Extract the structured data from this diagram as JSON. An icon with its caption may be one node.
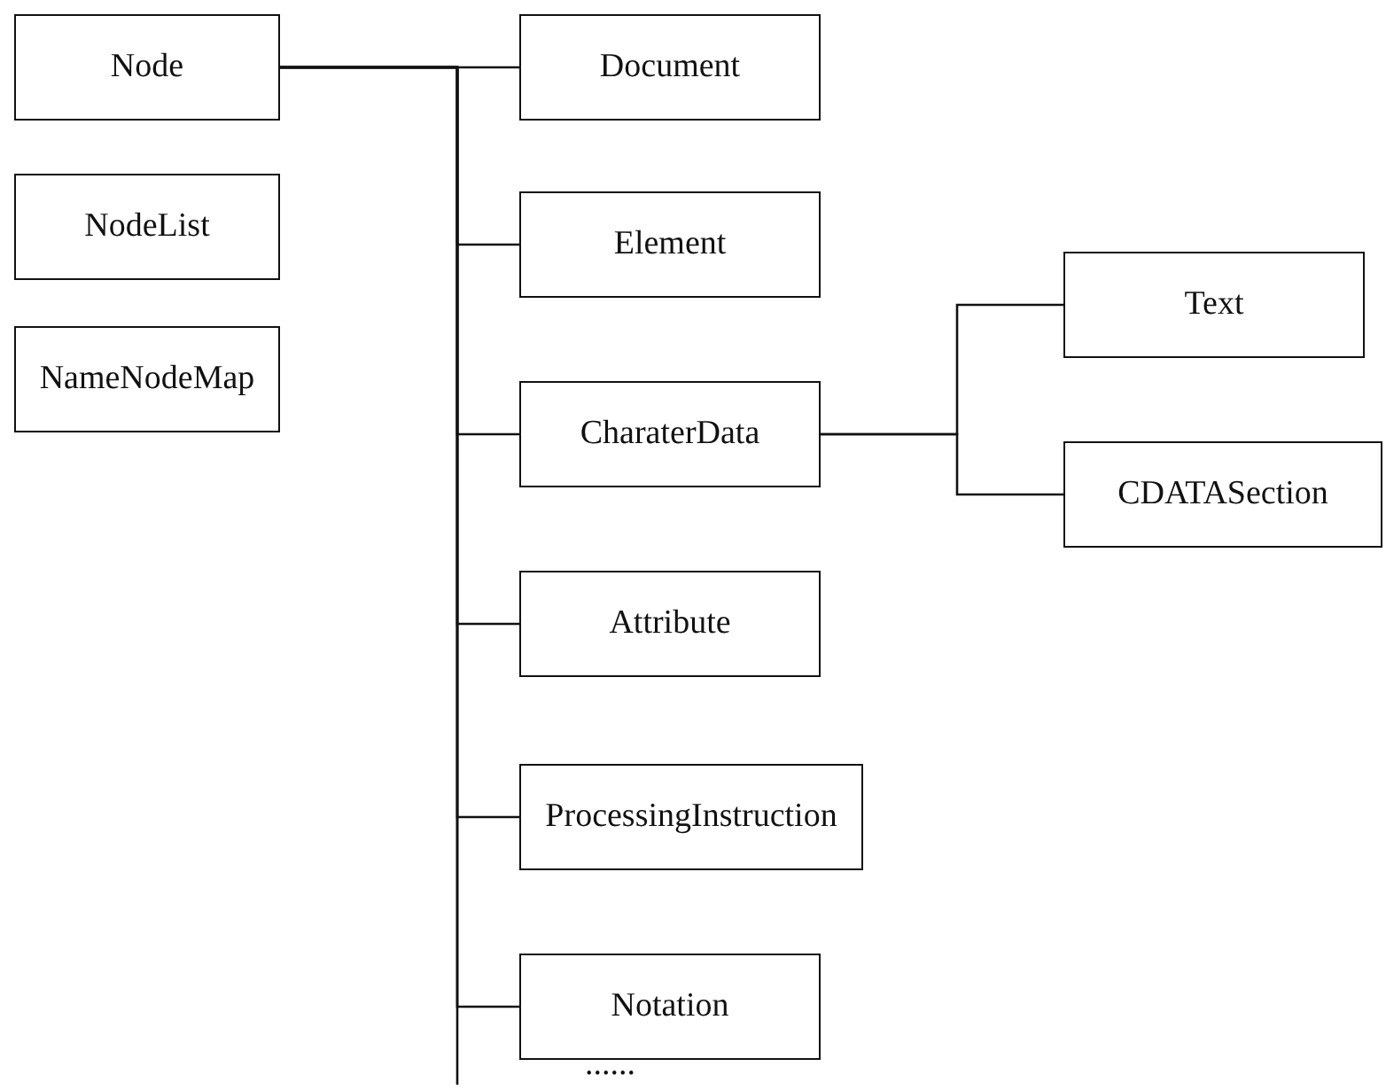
{
  "diagram": {
    "nodes": [
      {
        "text": [
          "Node"
        ]
      },
      {
        "text": [
          "NodeList"
        ]
      },
      {
        "text": [
          "NameNodeMap"
        ]
      },
      {
        "text": [
          "Document"
        ]
      },
      {
        "text": [
          "Element"
        ]
      },
      {
        "text": [
          "CharaterData"
        ]
      },
      {
        "text": [
          "Attribute"
        ]
      },
      {
        "text": [
          "ProcessingInstruction"
        ]
      },
      {
        "text": [
          "Notation"
        ]
      },
      {
        "text": [
          "Text"
        ]
      },
      {
        "text": [
          "CDATASection"
        ]
      }
    ],
    "edges": [
      {
        "from": 0,
        "to": 3,
        "arrow": "none"
      },
      {
        "from": 0,
        "to": 4,
        "arrow": "none"
      },
      {
        "from": 0,
        "to": 5,
        "arrow": "none"
      },
      {
        "from": 0,
        "to": 6,
        "arrow": "none"
      },
      {
        "from": 0,
        "to": 7,
        "arrow": "none"
      },
      {
        "from": 0,
        "to": 8,
        "arrow": "none"
      },
      {
        "from": 0,
        "to": null,
        "arrow": "none"
      },
      {
        "from": 5,
        "to": 9,
        "arrow": "none"
      },
      {
        "from": 5,
        "to": 10,
        "arrow": "none"
      }
    ],
    "labels": [
      "......"
    ]
  }
}
